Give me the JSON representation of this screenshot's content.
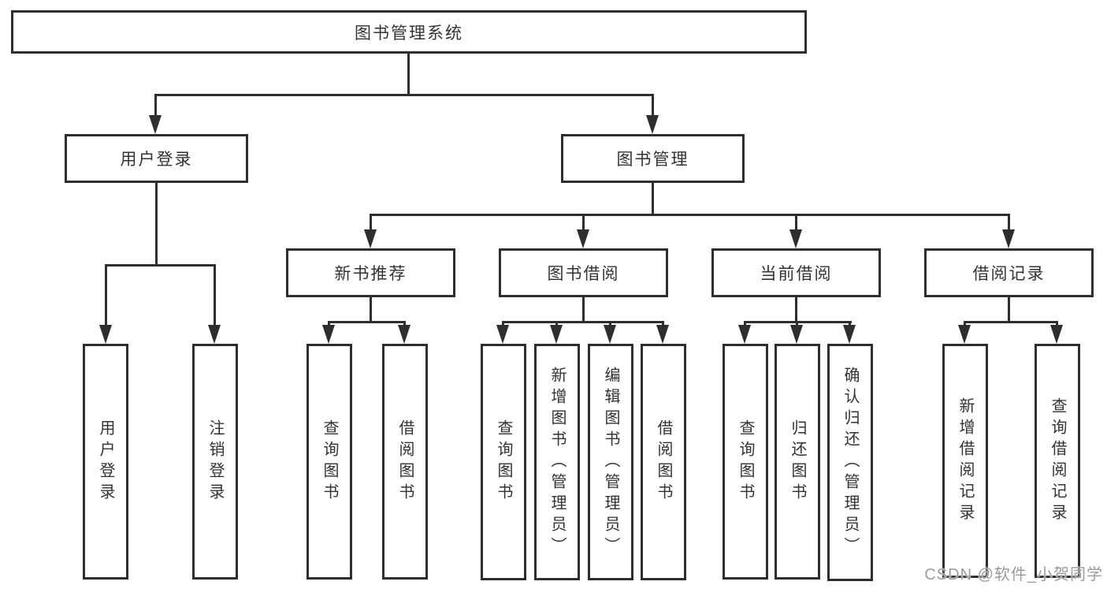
{
  "colors": {
    "line": "#2e2e2e",
    "text": "#323232",
    "watermark": "#9b9b9b",
    "background": "#ffffff"
  },
  "diagram": {
    "root": {
      "label": "图书管理系统"
    },
    "branches": [
      {
        "label": "用户登录",
        "children": [
          {
            "label": "用户登录"
          },
          {
            "label": "注销登录"
          }
        ]
      },
      {
        "label": "图书管理",
        "children": [
          {
            "label": "新书推荐",
            "children": [
              {
                "label": "查询图书"
              },
              {
                "label": "借阅图书"
              }
            ]
          },
          {
            "label": "图书借阅",
            "children": [
              {
                "label": "查询图书"
              },
              {
                "label": "新增图书（管理员）"
              },
              {
                "label": "编辑图书（管理员）"
              },
              {
                "label": "借阅图书"
              }
            ]
          },
          {
            "label": "当前借阅",
            "children": [
              {
                "label": "查询图书"
              },
              {
                "label": "归还图书"
              },
              {
                "label": "确认归还（管理员）"
              }
            ]
          },
          {
            "label": "借阅记录",
            "children": [
              {
                "label": "新增借阅记录"
              },
              {
                "label": "查询借阅记录"
              }
            ]
          }
        ]
      }
    ]
  },
  "watermark": {
    "text": "CSDN @软件_小贺同学"
  }
}
